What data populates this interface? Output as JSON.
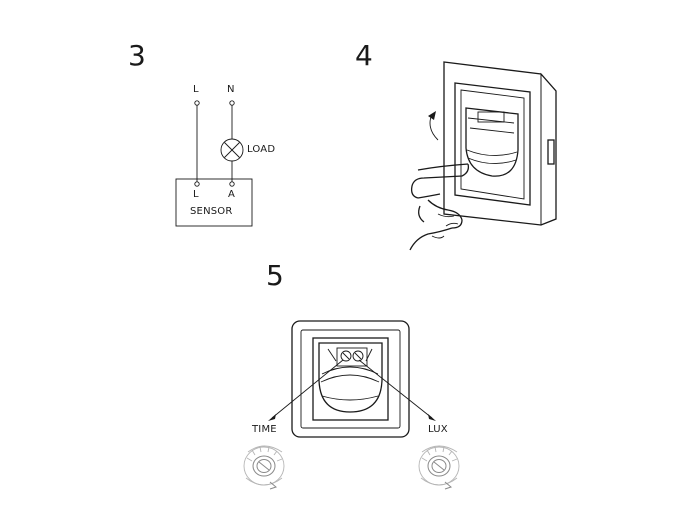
{
  "steps": {
    "s3": "3",
    "s4": "4",
    "s5": "5"
  },
  "wiring": {
    "terminal_l": "L",
    "terminal_n": "N",
    "load": "LOAD",
    "sensor_l": "L",
    "sensor_a": "A",
    "sensor": "SENSOR"
  },
  "adjust": {
    "time": "TIME",
    "lux": "LUX"
  },
  "icons": [
    "lamp-icon",
    "hand-icon",
    "rotate-arrow-icon",
    "dial-icon"
  ]
}
